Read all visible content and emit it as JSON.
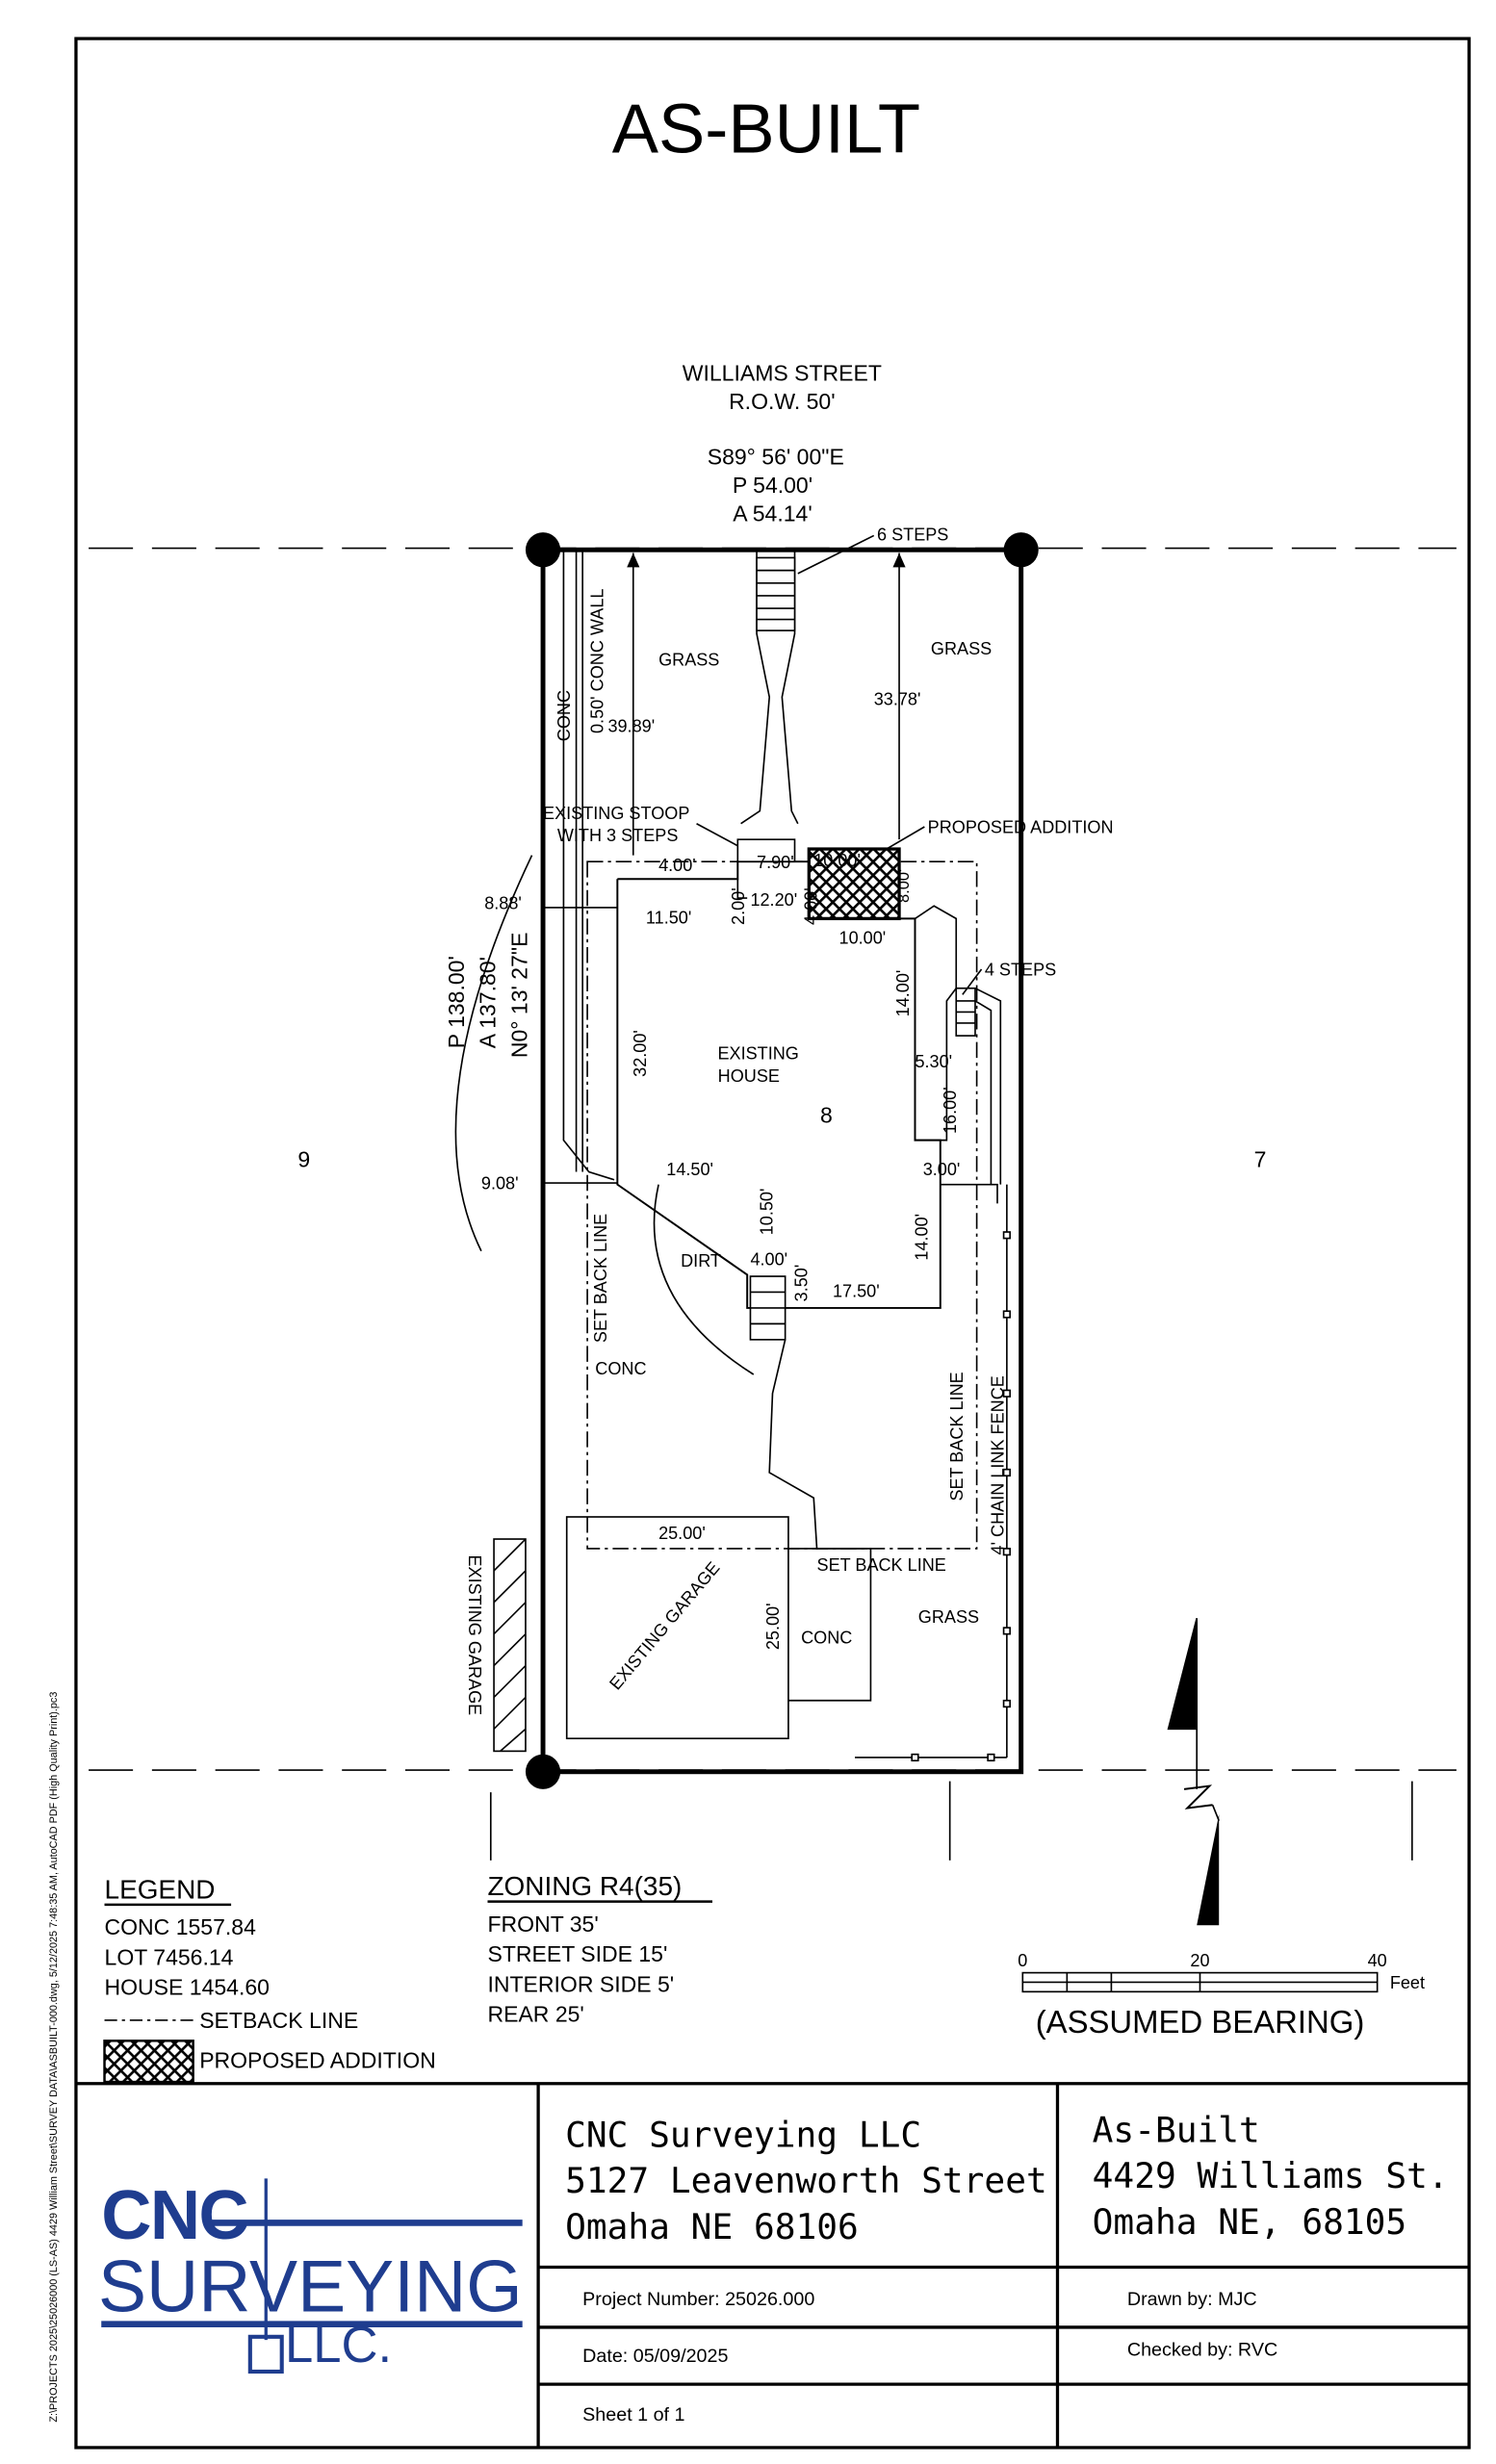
{
  "title": "AS-BUILT",
  "street": {
    "name": "WILLIAMS STREET",
    "row": "R.O.W. 50'"
  },
  "front_bearing": {
    "bearing": "S89° 56' 00\"E",
    "plat": "P 54.00'",
    "actual": "A 54.14'"
  },
  "west_bearing": {
    "plat": "P 138.00'",
    "actual": "A 137.80'",
    "bearing": "N0° 13' 27\"E"
  },
  "labels": {
    "six_steps": "6 STEPS",
    "grass_left": "GRASS",
    "grass_right": "GRASS",
    "grass_rear": "GRASS",
    "conc_strip": "CONC",
    "conc_wall": "0.50' CONC WALL",
    "existing_stoop": "EXISTING STOOP",
    "with_three_steps": "WITH 3 STEPS",
    "proposed_addition": "PROPOSED ADDITION",
    "four_steps": "4 STEPS",
    "existing_house_1": "EXISTING",
    "existing_house_2": "HOUSE",
    "lot_number": "8",
    "lot_west": "9",
    "lot_east": "7",
    "dirt": "DIRT",
    "conc_mid": "CONC",
    "conc_garage": "CONC",
    "setback_left": "SET BACK LINE",
    "setback_right": "SET BACK LINE",
    "setback_rear": "SET BACK LINE",
    "chain_link": "4' CHAIN LINK FENCE",
    "existing_garage_neighbor": "EXISTING GARAGE",
    "existing_garage": "EXISTING GARAGE"
  },
  "dimensions": {
    "d_39_89": "39.89'",
    "d_33_78": "33.78'",
    "d_4_00_top": "4.00'",
    "d_7_90": "7.90'",
    "d_10_00_a": "10.00'",
    "d_8_00": "8.00'",
    "d_8_88": "8.88'",
    "d_11_50": "11.50'",
    "d_2_00": "2.00'",
    "d_12_20": "12.20'",
    "d_4_00_mid": "4.00'",
    "d_10_00_b": "10.00'",
    "d_14_00_a": "14.00'",
    "d_32_00": "32.00'",
    "d_5_30": "5.30'",
    "d_16_00": "16.00'",
    "d_9_08": "9.08'",
    "d_14_50": "14.50'",
    "d_3_00": "3.00'",
    "d_10_50": "10.50'",
    "d_4_00_low": "4.00'",
    "d_14_00_b": "14.00'",
    "d_3_50": "3.50'",
    "d_17_50": "17.50'",
    "d_25_00_h": "25.00'",
    "d_25_00_v": "25.00'"
  },
  "legend": {
    "heading": "LEGEND",
    "conc": "CONC 1557.84",
    "lot": "LOT 7456.14",
    "house": "HOUSE 1454.60",
    "setback": "SETBACK LINE",
    "proposed": "PROPOSED ADDITION"
  },
  "zoning": {
    "heading": "ZONING R4(35)",
    "front": "FRONT 35'",
    "street_side": "STREET SIDE 15'",
    "interior_side": "INTERIOR SIDE 5'",
    "rear": "REAR 25'"
  },
  "scale": {
    "t0": "0",
    "t20": "20",
    "t40": "40",
    "unit": "Feet",
    "note": "(ASSUMED BEARING)"
  },
  "side_note": "Z:\\PROJECTS 2025\\25026000 (LS-AS) 4429 William Street\\SURVEY DATA\\ASBUILT-000.dwg, 5/12/2025 7:48:35 AM, AutoCAD PDF (High Quality Print).pc3",
  "logo": {
    "line1": "CNC",
    "line2": "SURVEYING",
    "line3": "LLC."
  },
  "company": {
    "name": "CNC Surveying LLC",
    "address": "5127 Leavenworth Street",
    "city": "Omaha NE 68106"
  },
  "project": {
    "type": "As-Built",
    "address": "4429 Williams St.",
    "city": "Omaha NE, 68105"
  },
  "info": {
    "project_number": "Project Number: 25026.000",
    "date": "Date: 05/09/2025",
    "sheet": "Sheet 1 of 1",
    "drawn_by": "Drawn by: MJC",
    "checked_by": "Checked by: RVC"
  },
  "colors": {
    "logo_blue": "#1f3d8f",
    "ink": "#000000"
  }
}
